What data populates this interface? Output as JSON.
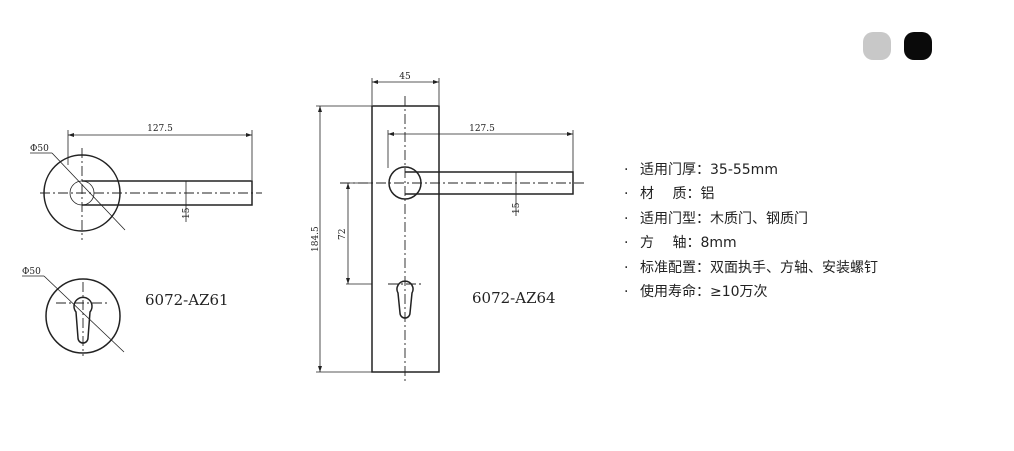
{
  "swatches": [
    {
      "name": "grey",
      "color": "#c8c8c8"
    },
    {
      "name": "black",
      "color": "#0a0a0a"
    }
  ],
  "drawing": {
    "left": {
      "model": "6072-AZ61",
      "dim_length": "127.5",
      "dim_rose_dia": "Φ50",
      "dim_handle": "15",
      "dim_escutcheon_dia": "Φ50"
    },
    "right": {
      "model": "6072-AZ64",
      "dim_width": "45",
      "dim_length": "127.5",
      "dim_height": "184.5",
      "dim_center": "72",
      "dim_handle": "15"
    }
  },
  "specs": {
    "bullet": "·",
    "items": [
      "适用门厚：35-55mm",
      "材　 质：铝",
      "适用门型：木质门、钢质门",
      "方　 轴：8mm",
      "标准配置：双面执手、方轴、安装螺钉",
      "使用寿命：≥10万次"
    ]
  }
}
